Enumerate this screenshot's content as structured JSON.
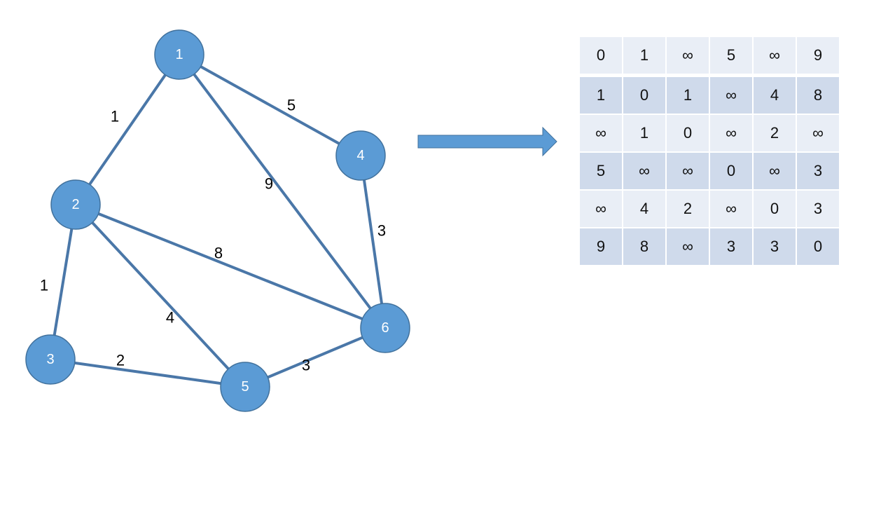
{
  "graph": {
    "nodes": [
      {
        "id": "1",
        "label": "1"
      },
      {
        "id": "2",
        "label": "2"
      },
      {
        "id": "3",
        "label": "3"
      },
      {
        "id": "4",
        "label": "4"
      },
      {
        "id": "5",
        "label": "5"
      },
      {
        "id": "6",
        "label": "6"
      }
    ],
    "edges": [
      {
        "from": "1",
        "to": "2",
        "weight": "1"
      },
      {
        "from": "1",
        "to": "4",
        "weight": "5"
      },
      {
        "from": "1",
        "to": "6",
        "weight": "9"
      },
      {
        "from": "4",
        "to": "6",
        "weight": "3"
      },
      {
        "from": "2",
        "to": "6",
        "weight": "8"
      },
      {
        "from": "2",
        "to": "3",
        "weight": "1"
      },
      {
        "from": "2",
        "to": "5",
        "weight": "4"
      },
      {
        "from": "3",
        "to": "5",
        "weight": "2"
      },
      {
        "from": "5",
        "to": "6",
        "weight": "3"
      }
    ],
    "colors": {
      "node_fill": "#5b9bd5",
      "node_stroke": "#41719c",
      "edge": "#4a77a8",
      "arrow": "#5b9bd5"
    }
  },
  "matrix": {
    "rows": [
      [
        "0",
        "1",
        "∞",
        "5",
        "∞",
        "9"
      ],
      [
        "1",
        "0",
        "1",
        "∞",
        "4",
        "8"
      ],
      [
        "∞",
        "1",
        "0",
        "∞",
        "2",
        "∞"
      ],
      [
        "5",
        "∞",
        "∞",
        "0",
        "∞",
        "3"
      ],
      [
        "∞",
        "4",
        "2",
        "∞",
        "0",
        "3"
      ],
      [
        "9",
        "8",
        "∞",
        "3",
        "3",
        "0"
      ]
    ],
    "colors": {
      "row_light": "#e9eef6",
      "row_dark": "#cfdaeb"
    }
  }
}
